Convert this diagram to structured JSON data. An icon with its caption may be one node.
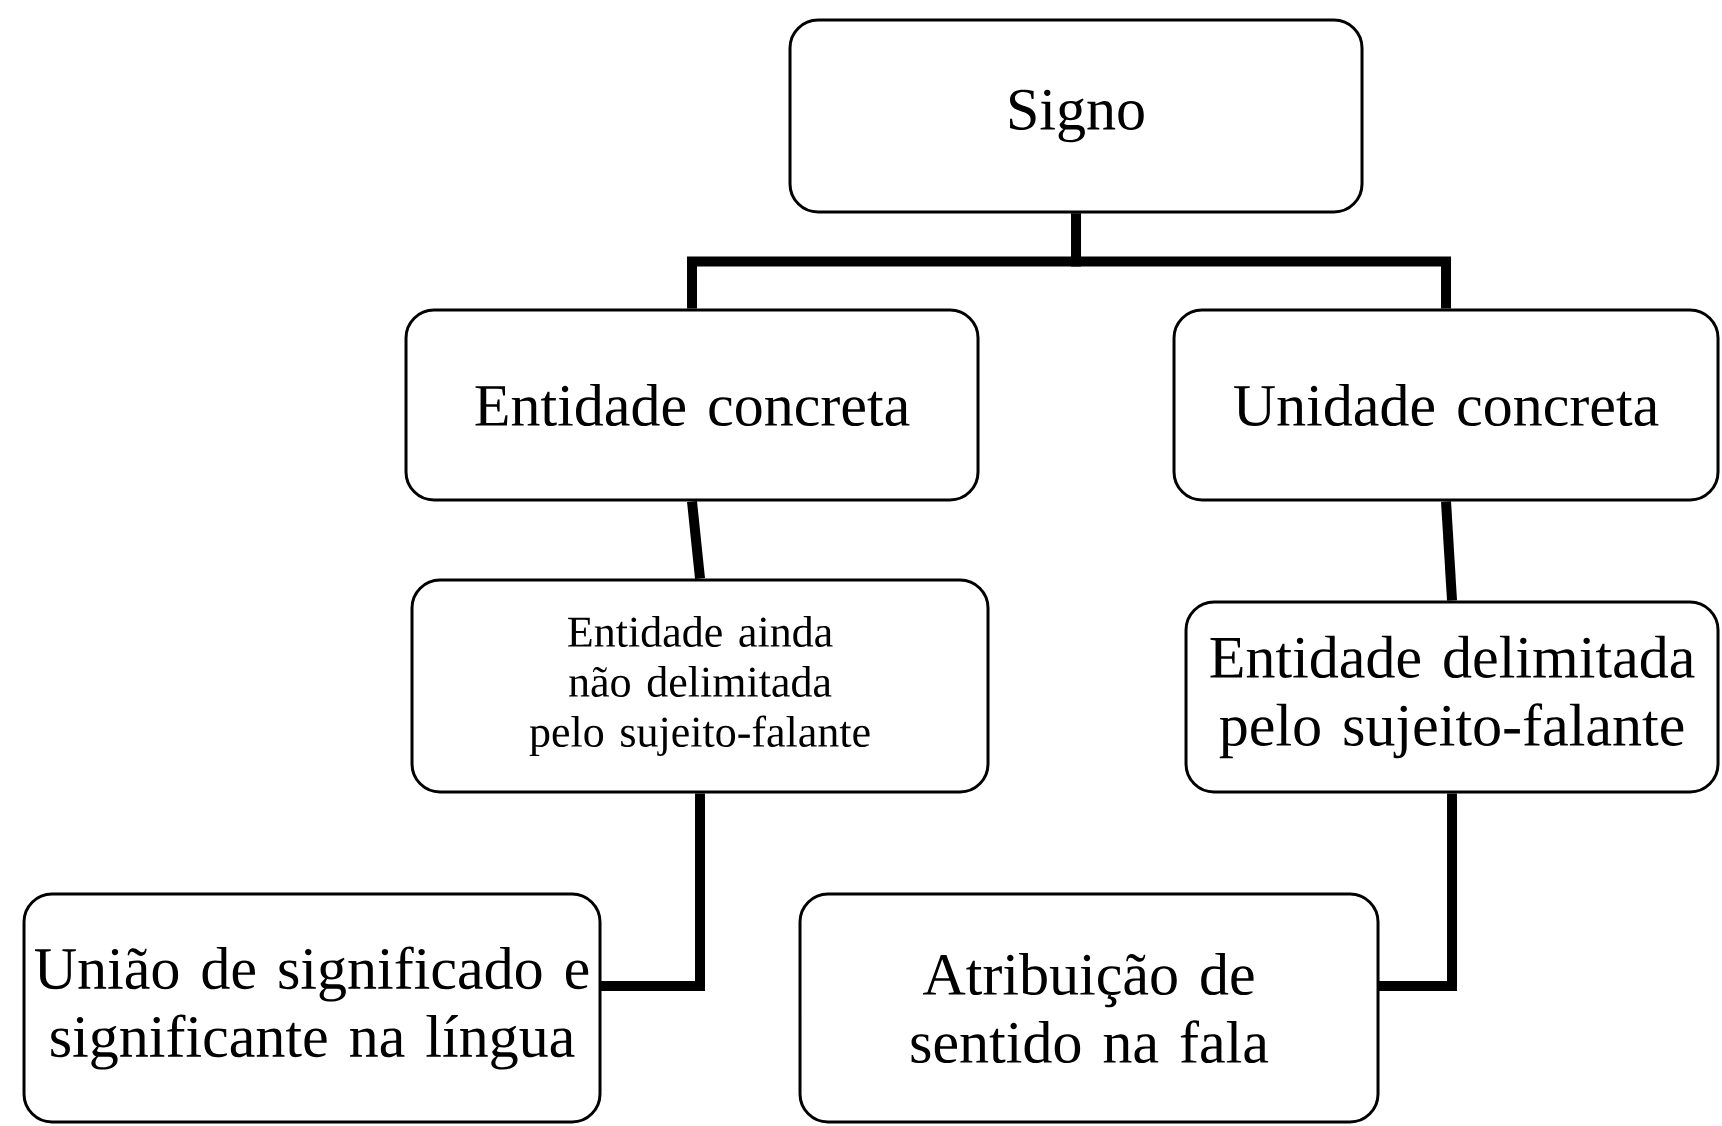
{
  "diagram": {
    "nodes": [
      {
        "text": [
          "Signo"
        ]
      },
      {
        "text": [
          "Entidade concreta"
        ]
      },
      {
        "text": [
          "Unidade concreta"
        ]
      },
      {
        "text": [
          "Entidade ainda não delimitada pelo sujeito-falante"
        ]
      },
      {
        "text": [
          "Entidade delimitada pelo sujeito-falante"
        ]
      },
      {
        "text": [
          "União de significado e significante na língua"
        ]
      },
      {
        "text": [
          "Atribuição de sentido na fala"
        ]
      }
    ],
    "edges": [
      {
        "from": 0,
        "to": 1,
        "arrow": "none"
      },
      {
        "from": 0,
        "to": 2,
        "arrow": "none"
      },
      {
        "from": 1,
        "to": 3,
        "arrow": "none"
      },
      {
        "from": 2,
        "to": 4,
        "arrow": "none"
      },
      {
        "from": 3,
        "to": 5,
        "arrow": "none"
      },
      {
        "from": 4,
        "to": 6,
        "arrow": "none"
      }
    ]
  }
}
